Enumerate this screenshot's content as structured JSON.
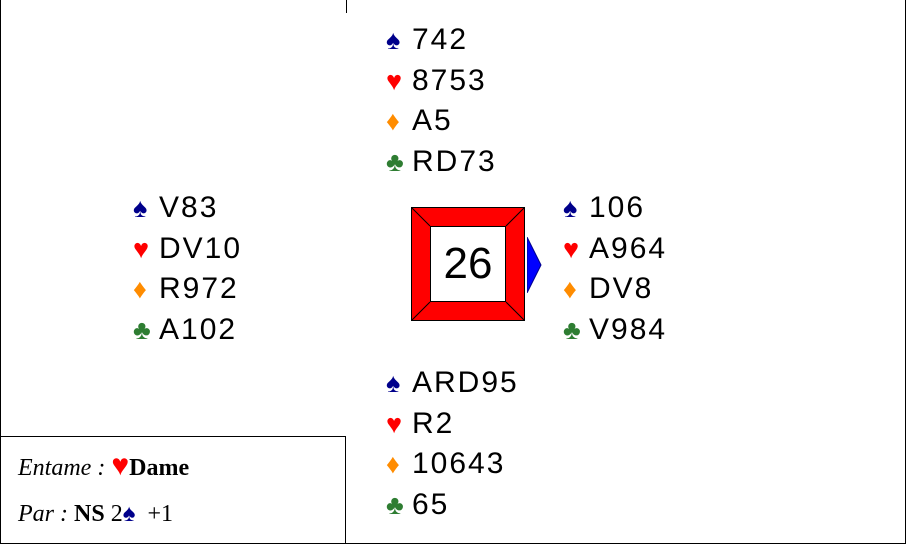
{
  "board": {
    "number": "26"
  },
  "north": {
    "spades": "742",
    "hearts": "8753",
    "diamonds": "A5",
    "clubs": "RD73"
  },
  "west": {
    "spades": "V83",
    "hearts": "DV10",
    "diamonds": "R972",
    "clubs": "A102"
  },
  "east": {
    "spades": "106",
    "hearts": "A964",
    "diamonds": "DV8",
    "clubs": "V984"
  },
  "south": {
    "spades": "ARD95",
    "hearts": "R2",
    "diamonds": "10643",
    "clubs": "65"
  },
  "info": {
    "lead_label": "Entame :",
    "lead_suit_icon": "heart-icon",
    "lead_card": "Dame",
    "par_label": "Par :",
    "par_side": "NS",
    "par_level": "2",
    "par_suit_icon": "spade-icon",
    "par_overtricks": "+1"
  },
  "colors": {
    "spade": "#00008b",
    "heart": "#ff0000",
    "diamond": "#ff8c00",
    "club": "#2e7d32",
    "board_frame": "#ff0000",
    "dealer_arrow": "#0000ff"
  }
}
